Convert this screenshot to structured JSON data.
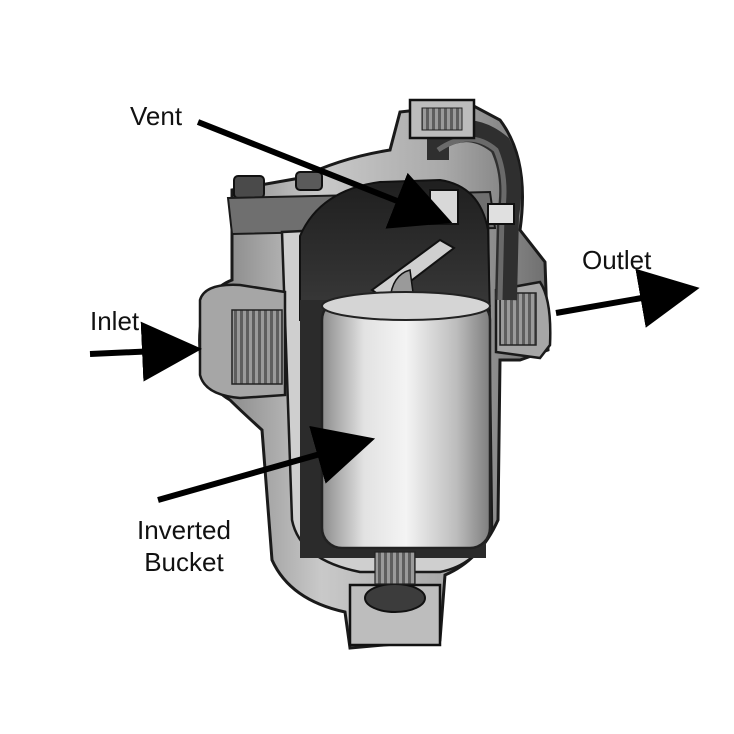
{
  "labels": {
    "vent": "Vent",
    "outlet": "Outlet",
    "inlet": "Inlet",
    "bucket_line1": "Inverted",
    "bucket_line2": "Bucket"
  },
  "colors": {
    "body_outer": "#8f8f8f",
    "body_mid": "#b9b9b9",
    "body_light": "#dcdcdc",
    "cavity_dark": "#2a2a2a",
    "bucket_light": "#e6e6e6",
    "bucket_shade": "#9c9c9c",
    "arrow": "#000000",
    "outline": "#1a1a1a"
  }
}
